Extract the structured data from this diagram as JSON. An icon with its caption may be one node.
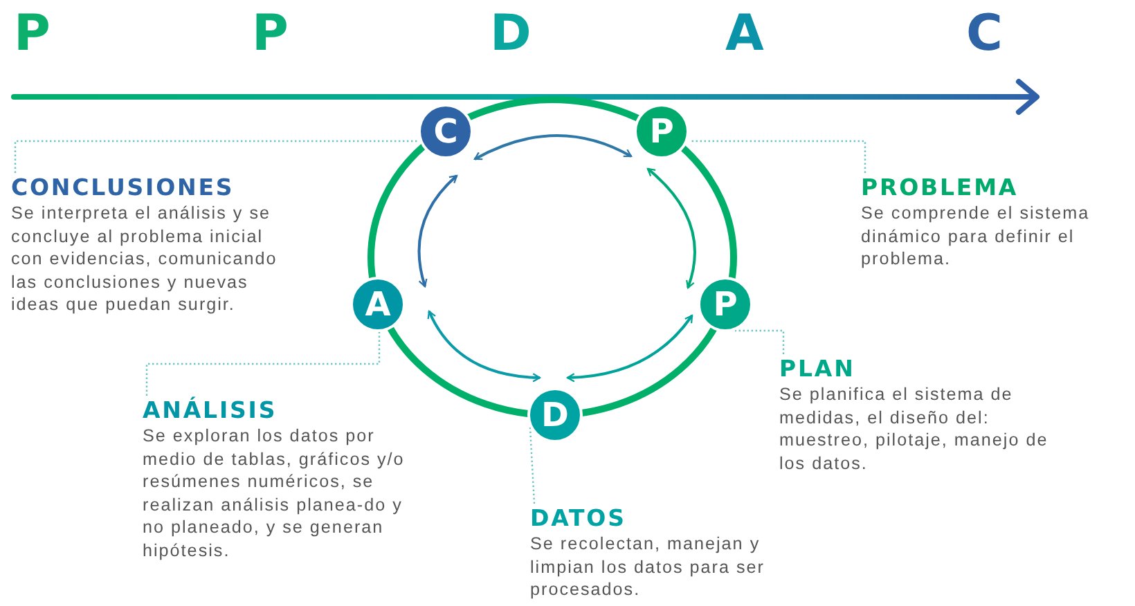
{
  "diagram": {
    "nodes": [
      {
        "text": [
          "C"
        ]
      },
      {
        "text": [
          "P"
        ]
      },
      {
        "text": [
          "P"
        ]
      },
      {
        "text": [
          "A"
        ]
      },
      {
        "text": [
          "D"
        ]
      },
      {
        "text": [
          "CONCLUSIONES",
          "Se interpreta el análisis y se concluye al problema inicial con evidencias, comunicando las conclusiones y nuevas ideas que puedan surgir."
        ]
      },
      {
        "text": [
          "PROBLEMA",
          "Se comprende el sistema dinámico para definir el problema."
        ]
      },
      {
        "text": [
          "ANÁLISIS",
          "Se exploran los datos por medio de tablas, gráficos y/o resúmenes numéricos, se realizan análisis planea-do y no planeado, y se generan hipótesis."
        ]
      },
      {
        "text": [
          "PLAN",
          "Se planifica el sistema de medidas, el diseño del: muestreo, pilotaje, manejo de los datos."
        ]
      },
      {
        "text": [
          "DATOS",
          "Se recolectan, manejan y limpian los datos para ser procesados."
        ]
      }
    ],
    "edges": [
      {
        "from": 0,
        "to": 1,
        "arrow": "both",
        "color": "#2e78a8"
      },
      {
        "from": 1,
        "to": 2,
        "arrow": "both",
        "color": "#00a97a"
      },
      {
        "from": 2,
        "to": 4,
        "arrow": "both",
        "color": "#00a39a"
      },
      {
        "from": 4,
        "to": 3,
        "arrow": "both",
        "color": "#0a9aa8"
      },
      {
        "from": 3,
        "to": 0,
        "arrow": "both",
        "color": "#2e6fa8"
      },
      {
        "from": 5,
        "to": 0,
        "arrow": "none",
        "style": "dashed"
      },
      {
        "from": 6,
        "to": 1,
        "arrow": "none",
        "style": "dashed"
      },
      {
        "from": 7,
        "to": 3,
        "arrow": "none",
        "style": "dashed"
      },
      {
        "from": 8,
        "to": 2,
        "arrow": "none",
        "style": "dashed"
      },
      {
        "from": 9,
        "to": 4,
        "arrow": "none",
        "style": "dashed"
      }
    ],
    "labels": [
      "P",
      "P",
      "D",
      "A",
      "C"
    ]
  }
}
